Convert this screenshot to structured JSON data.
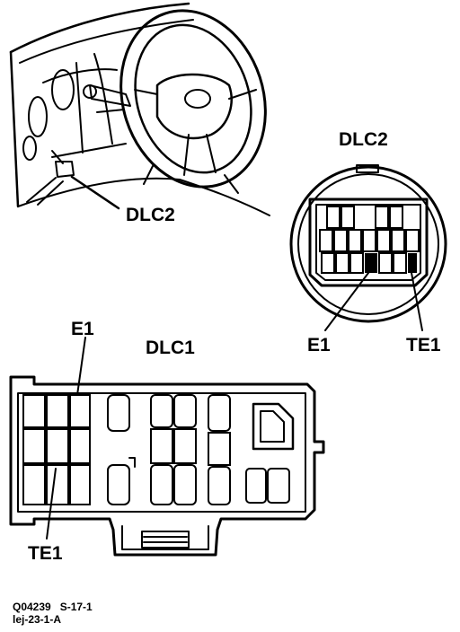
{
  "labels": {
    "dash_connector": "DLC2",
    "round_connector_title": "DLC2",
    "round_e1": "E1",
    "round_te1": "TE1",
    "box_connector_title": "DLC1",
    "box_e1": "E1",
    "box_te1": "TE1"
  },
  "footer": {
    "line1": "Q04239   S-17-1",
    "line2": "lej-23-1-A"
  }
}
